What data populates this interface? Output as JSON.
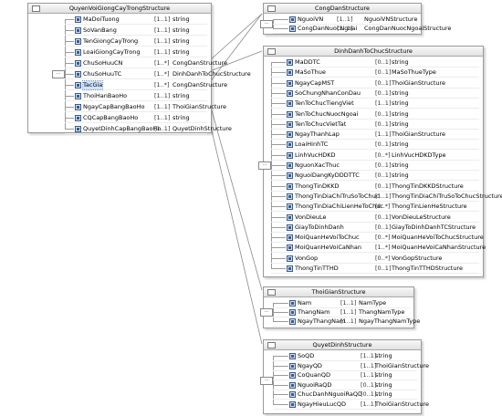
{
  "root": {
    "title": "QuyenVoiGiongCayTrongStructure",
    "elements": [
      {
        "name": "MaDoiTuong",
        "mult": "[1..1]",
        "type": "string"
      },
      {
        "name": "SoVanBang",
        "mult": "[1..1]",
        "type": "string"
      },
      {
        "name": "TenGiongCayTrong",
        "mult": "[1..1]",
        "type": "string"
      },
      {
        "name": "LoaiGiongCayTrong",
        "mult": "[1..1]",
        "type": "string"
      },
      {
        "name": "ChuSoHuuCN",
        "mult": "[1..*]",
        "type": "CongDanStructure"
      },
      {
        "name": "ChuSoHuuTC",
        "mult": "[1..*]",
        "type": "DinhDanhToChucStructure"
      },
      {
        "name": "TacGia",
        "mult": "[1..*]",
        "type": "CongDanStructure"
      },
      {
        "name": "ThoiHanBaoHo",
        "mult": "[1..1]",
        "type": "string"
      },
      {
        "name": "NgayCapBangBaoHo",
        "mult": "[1..1]",
        "type": "ThoiGianStructure"
      },
      {
        "name": "CQCapBangBaoHo",
        "mult": "[1..1]",
        "type": "string"
      },
      {
        "name": "QuyetDinhCapBangBaoHo",
        "mult": "[1..1]",
        "type": "QuyetDinhStructure"
      }
    ]
  },
  "congdan": {
    "title": "CongDanStructure",
    "elements": [
      {
        "name": "NguoiVN",
        "mult": "[1..1]",
        "type": "NguoiVNStructure"
      },
      {
        "name": "CongDanNuocNgoai",
        "mult": "[1..1]",
        "type": "CongDanNuocNgoaiStructure"
      }
    ]
  },
  "dinhdanh": {
    "title": "DinhDanhToChucStructure",
    "elements": [
      {
        "name": "MaDDTC",
        "mult": "[0..1]",
        "type": "string"
      },
      {
        "name": "MaSoThue",
        "mult": "[0..1]",
        "type": "MaSoThueType"
      },
      {
        "name": "NgayCapMST",
        "mult": "[0..1]",
        "type": "ThoiGianStructure"
      },
      {
        "name": "SoChungNhanConDau",
        "mult": "[0..1]",
        "type": "string"
      },
      {
        "name": "TenToChucTiengViet",
        "mult": "[1..1]",
        "type": "string"
      },
      {
        "name": "TenToChucNuocNgoai",
        "mult": "[0..1]",
        "type": "string"
      },
      {
        "name": "TenToChucVietTat",
        "mult": "[0..1]",
        "type": "string"
      },
      {
        "name": "NgayThanhLap",
        "mult": "[1..1]",
        "type": "ThoiGianStructure"
      },
      {
        "name": "LoaiHinhTC",
        "mult": "[0..1]",
        "type": "string"
      },
      {
        "name": "LinhVucHDKD",
        "mult": "[0..*]",
        "type": "LinhVucHDKDType"
      },
      {
        "name": "NguonXacThuc",
        "mult": "[0..1]",
        "type": "string"
      },
      {
        "name": "NguoiDangKyDDDTTC",
        "mult": "[0..1]",
        "type": "string"
      },
      {
        "name": "ThongTinDKKD",
        "mult": "[0..1]",
        "type": "ThongTinDKKDStructure"
      },
      {
        "name": "ThongTinDiaChiTruSoToChuc",
        "mult": "[1..1]",
        "type": "ThongTinDiaChiTruSoToChucStructure"
      },
      {
        "name": "ThongTinDiaChiLienHeToChuc",
        "mult": "[0..*]",
        "type": "ThongTinLienHeStructure"
      },
      {
        "name": "VonDieuLe",
        "mult": "[0..1]",
        "type": "VonDieuLeStructure"
      },
      {
        "name": "GiayToDinhDanh",
        "mult": "[0..1]",
        "type": "GiayToDinhDanhTCStructure"
      },
      {
        "name": "MoiQuanHeVoiToChuc",
        "mult": "[0..*]",
        "type": "MoiQuanHeVoiToChucStructure"
      },
      {
        "name": "MoiQuanHeVoiCaNhan",
        "mult": "[1..*]",
        "type": "MoiQuanHeVoiCaNhanStructure"
      },
      {
        "name": "VonGop",
        "mult": "[0..*]",
        "type": "VonGopStructure"
      },
      {
        "name": "ThongTinTTHD",
        "mult": "[0..1]",
        "type": "ThongTinTTHDStructure"
      }
    ]
  },
  "thoigian": {
    "title": "ThoiGianStructure",
    "elements": [
      {
        "name": "Nam",
        "mult": "[1..1]",
        "type": "NamType"
      },
      {
        "name": "ThangNam",
        "mult": "[1..1]",
        "type": "ThangNamType"
      },
      {
        "name": "NgayThangNam",
        "mult": "[1..1]",
        "type": "NgayThangNamType"
      }
    ]
  },
  "quyetdinh": {
    "title": "QuyetDinhStructure",
    "elements": [
      {
        "name": "SoQD",
        "mult": "[1..1]",
        "type": "string"
      },
      {
        "name": "NgayQD",
        "mult": "[1..1]",
        "type": "ThoiGianStructure"
      },
      {
        "name": "CoQuanQD",
        "mult": "[1..1]",
        "type": "string"
      },
      {
        "name": "NguoiRaQD",
        "mult": "[0..1]",
        "type": "string"
      },
      {
        "name": "ChucDanhNguoiRaQD",
        "mult": "[0..1]",
        "type": "string"
      },
      {
        "name": "NgayHieuLucQD",
        "mult": "[1..1]",
        "type": "ThoiGianStructure"
      }
    ]
  }
}
